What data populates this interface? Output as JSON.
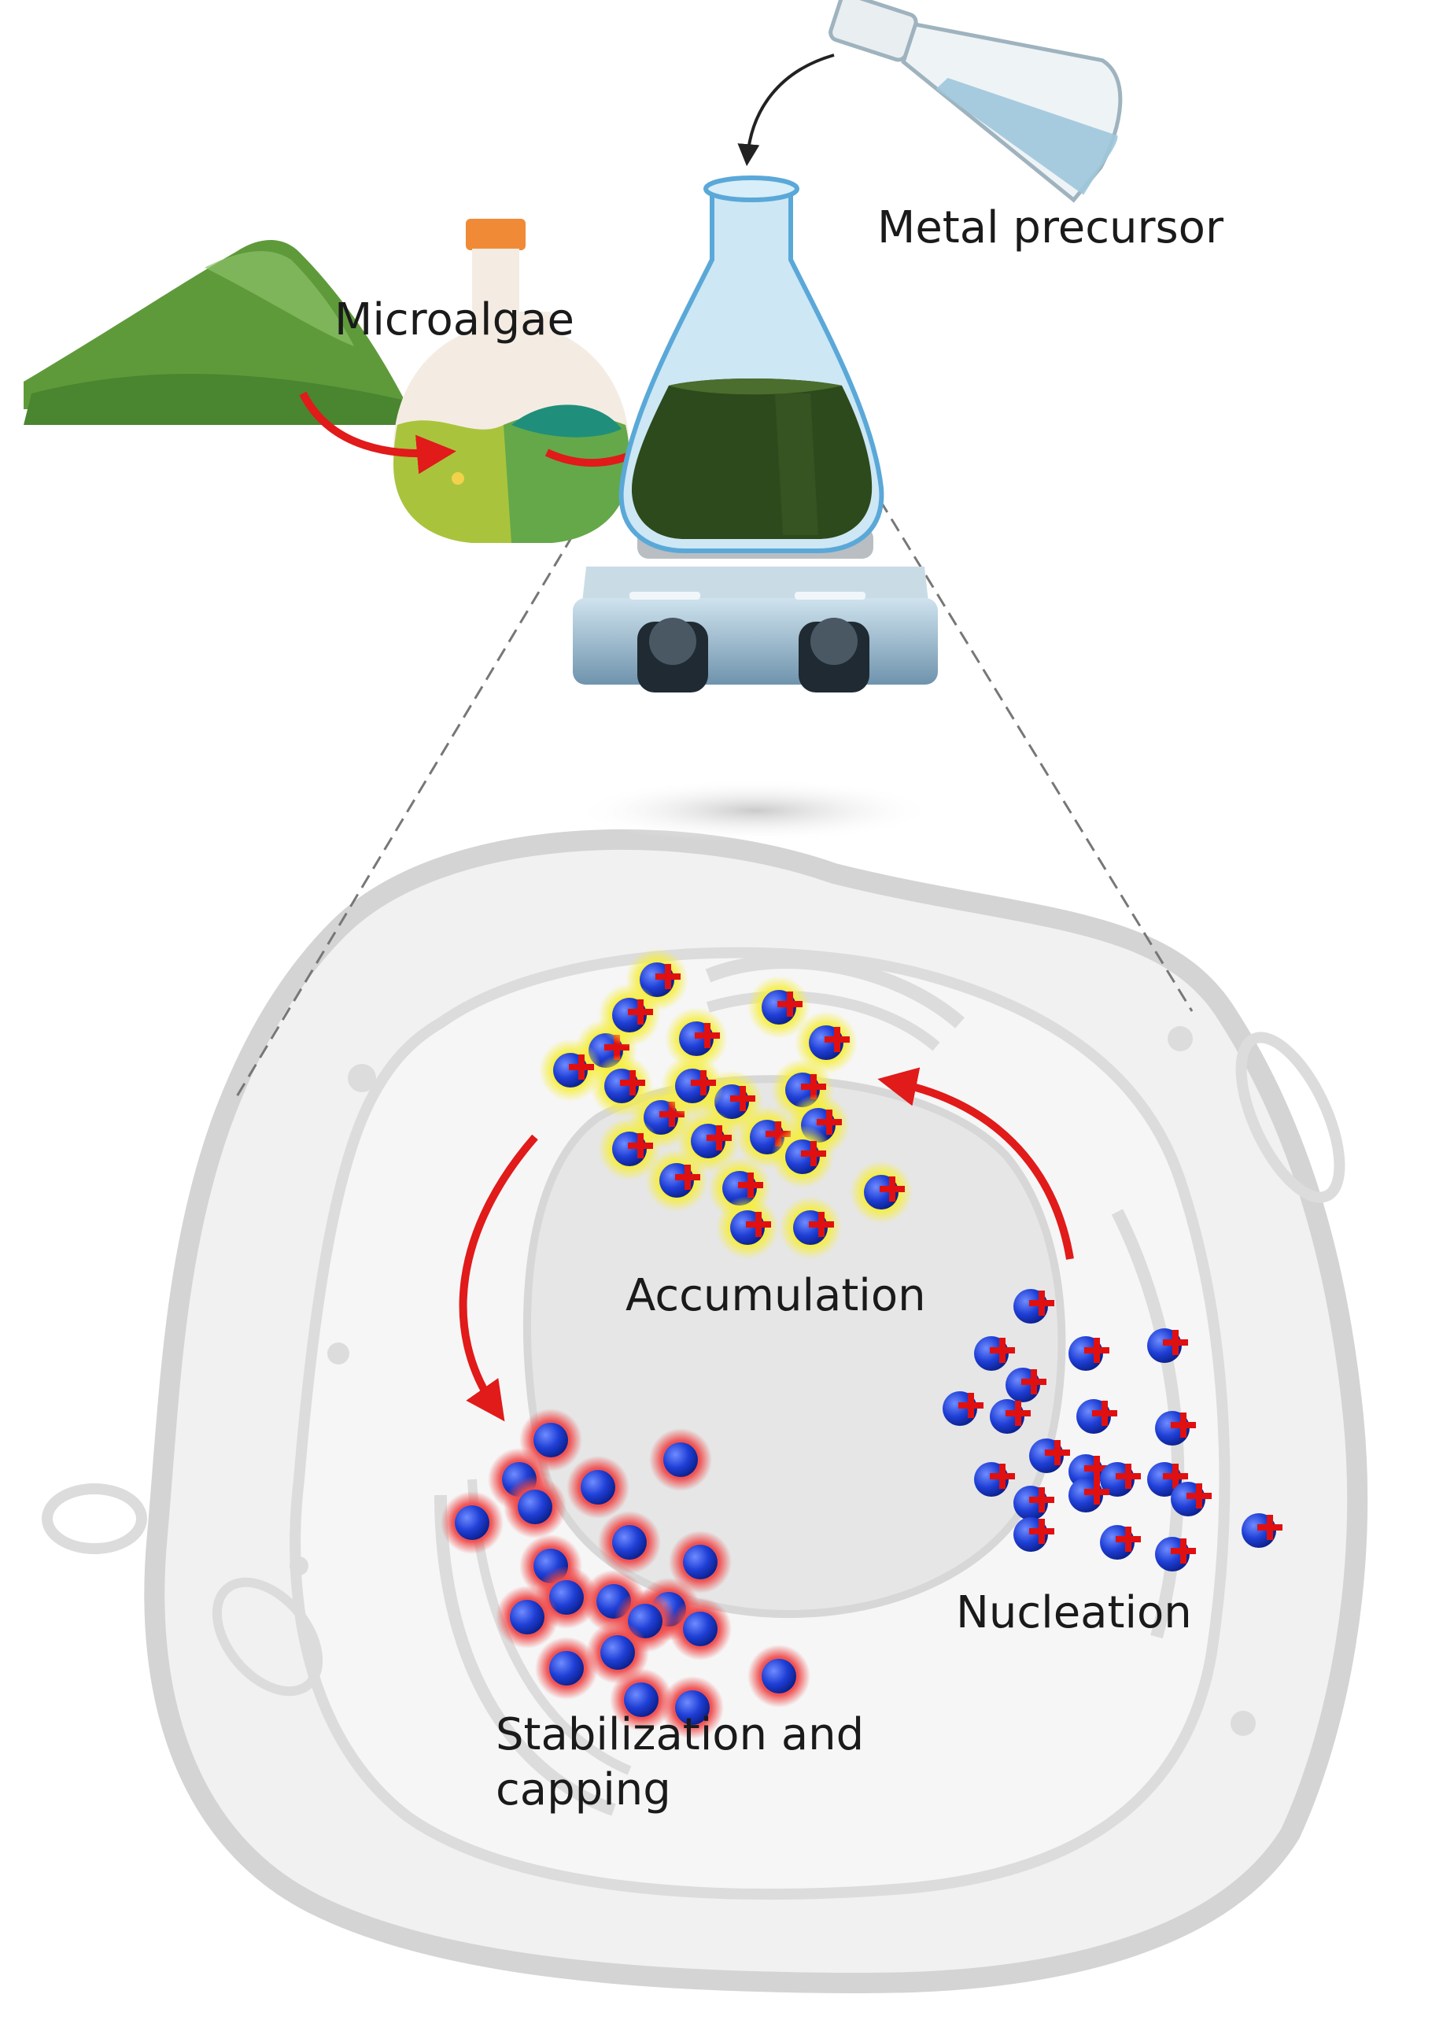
{
  "labels": {
    "metal_precursor": "Metal precursor",
    "microalgae": "Microalgae",
    "accumulation": "Accumulation",
    "nucleation": "Nucleation",
    "stabilization_line1": "Stabilization and",
    "stabilization_line2": "capping"
  },
  "colors": {
    "arrow_red": "#e11a1a",
    "particle_blue": "#1f3fd6",
    "ion_plus": "#e01010",
    "accumulation_glow": "#f3e81a",
    "capping_glow": "#e63b3b",
    "algae_green": "#5f9a3a",
    "liquid_dark_green": "#2d4a1c",
    "cell_outline": "#d4d4d4"
  },
  "icons": [
    "algae-powder-icon",
    "flask-bottle-icon",
    "erlenmeyer-flask-icon",
    "pouring-flask-icon",
    "hot-plate-stirrer-icon",
    "cell-icon"
  ]
}
